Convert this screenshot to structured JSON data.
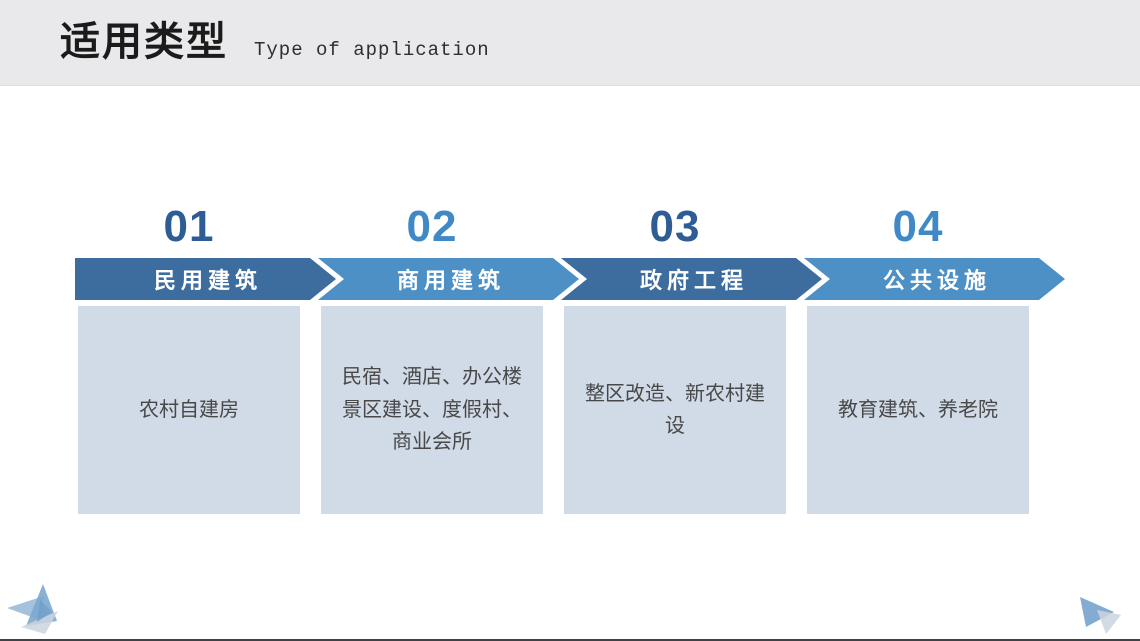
{
  "slide": {
    "title": "适用类型",
    "subtitle": "Type of application"
  },
  "colors": {
    "header-bg": "#e9e9ec",
    "arrow-dark": "#3d6c9e",
    "arrow-light": "#4d90c5",
    "number-dark": "#2e5d95",
    "number-light": "#4189c6",
    "card-bg": "#d0dbe7",
    "card-text": "#484848"
  },
  "sections": [
    {
      "number": "01",
      "label": "民用建筑",
      "tone": "dark",
      "description": "农村自建房"
    },
    {
      "number": "02",
      "label": "商用建筑",
      "tone": "light",
      "description": "民宿、酒店、办公楼\n景区建设、度假村、\n商业会所"
    },
    {
      "number": "03",
      "label": "政府工程",
      "tone": "dark",
      "description": "整区改造、新农村建\n设"
    },
    {
      "number": "04",
      "label": "公共设施",
      "tone": "light",
      "description": "教育建筑、养老院"
    }
  ],
  "decorations": {
    "bottom_left": "paper-plane-shape",
    "bottom_right": "paper-plane-shape"
  }
}
